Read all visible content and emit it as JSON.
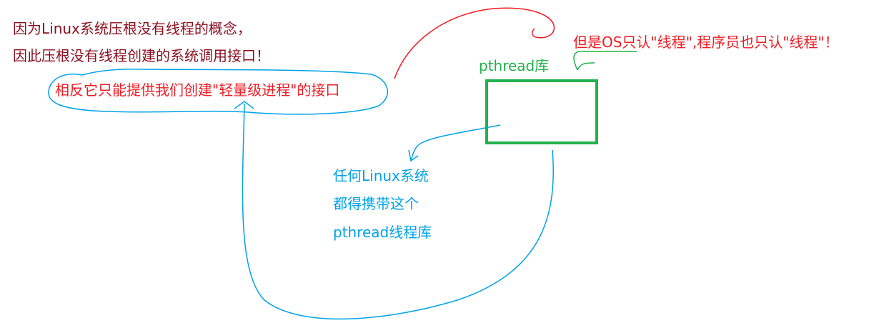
{
  "notes": {
    "line1": "因为Linux系统压根没有线程的概念，",
    "line2": "因此压根没有线程创建的系统调用接口！",
    "lightweight": "相反它只能提供我们创建\"轻量级进程\"的接口",
    "os_only": "但是OS只认\"线程\",程序员也只认\"线程\"！",
    "pthread_lib": "pthread库",
    "blue_lines": [
      "任何Linux系统",
      "都得携带这个",
      "pthread线程库"
    ]
  },
  "colors": {
    "dark_red": "#8a1020",
    "red": "#ee1c24",
    "green": "#22b14c",
    "blue": "#00a2e8"
  }
}
